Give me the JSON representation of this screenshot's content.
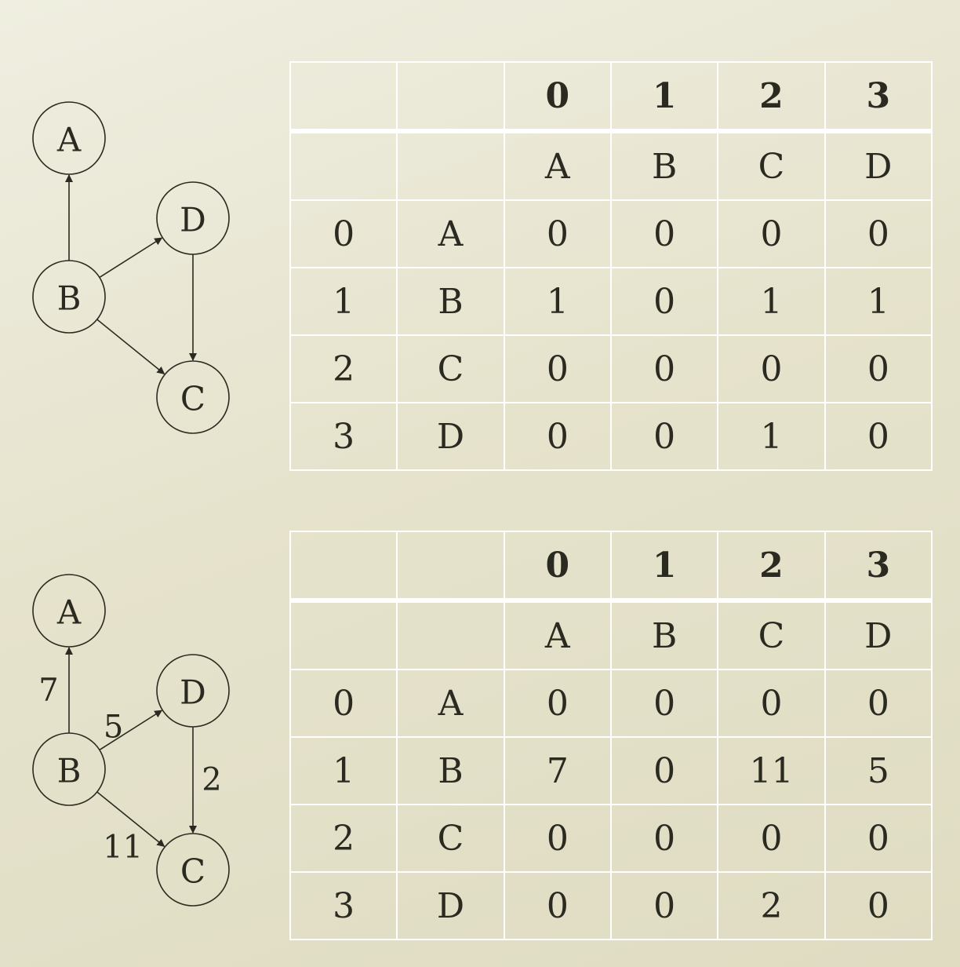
{
  "graphs": [
    {
      "nodes": [
        {
          "id": "A",
          "label": "A"
        },
        {
          "id": "D",
          "label": "D"
        },
        {
          "id": "B",
          "label": "B"
        },
        {
          "id": "C",
          "label": "C"
        }
      ],
      "edges": [
        {
          "from": "B",
          "to": "A",
          "weight": ""
        },
        {
          "from": "B",
          "to": "D",
          "weight": ""
        },
        {
          "from": "D",
          "to": "C",
          "weight": ""
        },
        {
          "from": "B",
          "to": "C",
          "weight": ""
        }
      ]
    },
    {
      "nodes": [
        {
          "id": "A",
          "label": "A"
        },
        {
          "id": "D",
          "label": "D"
        },
        {
          "id": "B",
          "label": "B"
        },
        {
          "id": "C",
          "label": "C"
        }
      ],
      "edges": [
        {
          "from": "B",
          "to": "A",
          "weight": "7"
        },
        {
          "from": "B",
          "to": "D",
          "weight": "5"
        },
        {
          "from": "D",
          "to": "C",
          "weight": "2"
        },
        {
          "from": "B",
          "to": "C",
          "weight": "11"
        }
      ]
    }
  ],
  "tables": [
    {
      "header": [
        "",
        "",
        "0",
        "1",
        "2",
        "3"
      ],
      "rows": [
        [
          "",
          "",
          "A",
          "B",
          "C",
          "D"
        ],
        [
          "0",
          "A",
          "0",
          "0",
          "0",
          "0"
        ],
        [
          "1",
          "B",
          "1",
          "0",
          "1",
          "1"
        ],
        [
          "2",
          "C",
          "0",
          "0",
          "0",
          "0"
        ],
        [
          "3",
          "D",
          "0",
          "0",
          "1",
          "0"
        ]
      ]
    },
    {
      "header": [
        "",
        "",
        "0",
        "1",
        "2",
        "3"
      ],
      "rows": [
        [
          "",
          "",
          "A",
          "B",
          "C",
          "D"
        ],
        [
          "0",
          "A",
          "0",
          "0",
          "0",
          "0"
        ],
        [
          "1",
          "B",
          "7",
          "0",
          "11",
          "5"
        ],
        [
          "2",
          "C",
          "0",
          "0",
          "0",
          "0"
        ],
        [
          "3",
          "D",
          "0",
          "0",
          "2",
          "0"
        ]
      ]
    }
  ]
}
